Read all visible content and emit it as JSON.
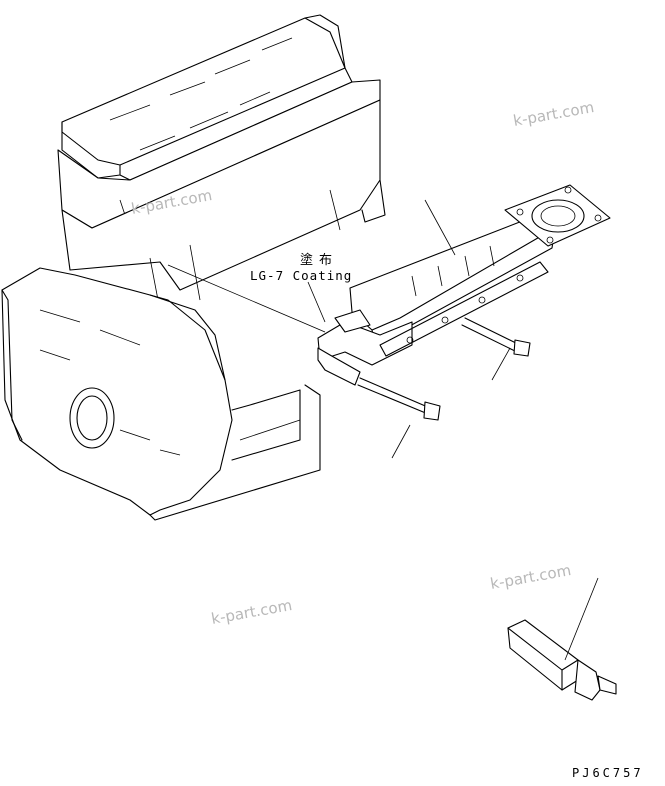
{
  "annotation": {
    "coating_jp": "塗布",
    "coating_en": "LG-7 Coating"
  },
  "drawing_number": "PJ6C757",
  "watermarks": [
    "k-part.com",
    "k-part.com",
    "k-part.com",
    "k-part.com"
  ]
}
